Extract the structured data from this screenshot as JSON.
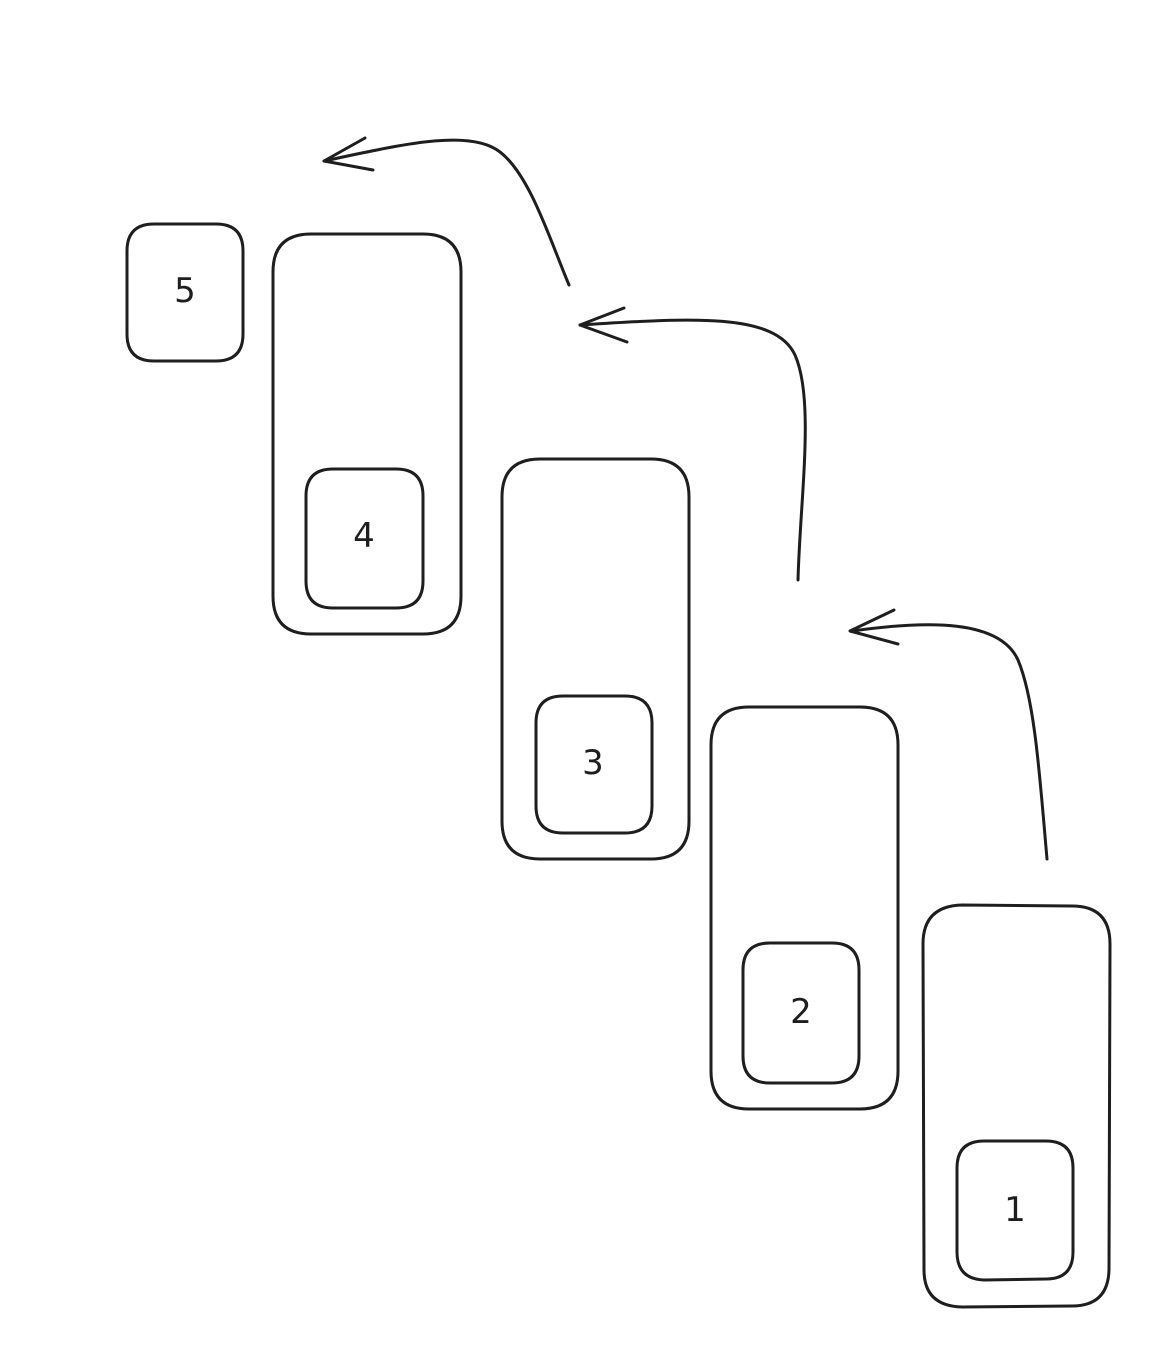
{
  "diagram": {
    "steps": [
      {
        "label": "1"
      },
      {
        "label": "2"
      },
      {
        "label": "3"
      },
      {
        "label": "4"
      },
      {
        "label": "5"
      }
    ],
    "stroke_color": "#1e1e1e",
    "background_color": "#ffffff"
  }
}
